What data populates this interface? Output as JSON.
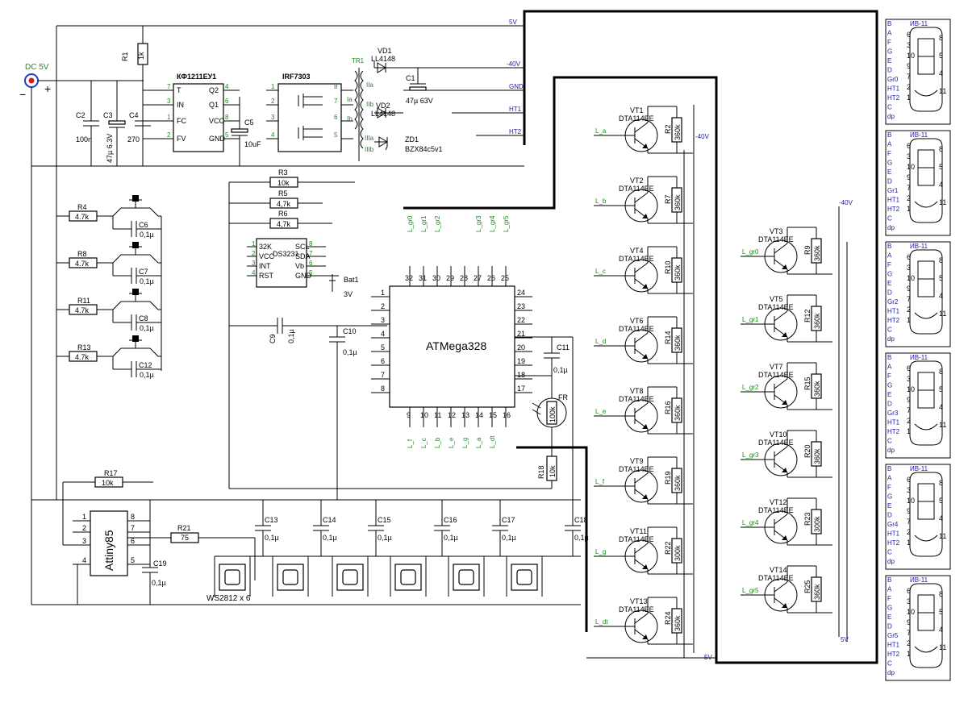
{
  "power": {
    "label": "DC 5V",
    "plus": "+",
    "minus": "−"
  },
  "nets": {
    "v5": "5V",
    "n40": "-40V",
    "gnd": "GND",
    "ht1": "HT1",
    "ht2": "HT2"
  },
  "ics": {
    "kf": {
      "name": "КФ1211ЕУ1",
      "pins": [
        "7",
        "3",
        "1",
        "2",
        "4",
        "6",
        "8",
        "5"
      ],
      "pinNames": [
        "T",
        "IN",
        "FC",
        "FV",
        "Q2",
        "Q1",
        "VCC",
        "GND"
      ]
    },
    "irf": {
      "name": "IRF7303",
      "pins": [
        "1",
        "2",
        "3",
        "4",
        "8",
        "7",
        "6",
        "5"
      ]
    },
    "ds": {
      "name": "DS3231",
      "pins": [
        "1",
        "2",
        "3",
        "4",
        "8",
        "7",
        "6",
        "5"
      ],
      "pinNames": [
        "32K",
        "VCC",
        "INT",
        "RST",
        "SCL",
        "SDA",
        "Vb",
        "GND"
      ]
    },
    "mcu": {
      "name": "ATMega328"
    },
    "tiny": {
      "name": "Attiny85",
      "pins": [
        "1",
        "2",
        "3",
        "4",
        "8",
        "7",
        "6",
        "5"
      ]
    }
  },
  "mcuPins": {
    "top": [
      "32",
      "31",
      "30",
      "29",
      "28",
      "27",
      "26",
      "25"
    ],
    "topLabels": [
      "L_gr0",
      "L_gr1",
      "L_gr2",
      "",
      "",
      "L_gr3",
      "L_gr4",
      "L_gr5"
    ],
    "left": [
      "1",
      "2",
      "3",
      "4",
      "5",
      "6",
      "7",
      "8"
    ],
    "right": [
      "24",
      "23",
      "22",
      "21",
      "20",
      "19",
      "18",
      "17"
    ],
    "bottom": [
      "9",
      "10",
      "11",
      "12",
      "13",
      "14",
      "15",
      "16"
    ],
    "bottomLabels": [
      "L_f",
      "L_c",
      "L_b",
      "L_e",
      "L_g",
      "L_a",
      "L_dt",
      ""
    ]
  },
  "parts": {
    "r1": "R1",
    "r1v": "1k",
    "c2": "C2",
    "c2v": "100n",
    "c3": "C3",
    "c3v": "47µ 6.3V",
    "c4": "C4",
    "c4v": "270",
    "c5": "C5",
    "c5v": "10uF",
    "tr1": "TR1",
    "vd1": "VD1",
    "vd1v": "LL4148",
    "vd2": "VD2",
    "vd2v": "LL4148",
    "c1": "C1",
    "c1v": "47µ 63V",
    "zd1": "ZD1",
    "zd1v": "BZX84c5v1",
    "trw": [
      "IIa",
      "IIb",
      "Ia",
      "Ib",
      "IIIa",
      "IIIb"
    ],
    "r3": "R3",
    "r3v": "10k",
    "r5": "R5",
    "r5v": "4,7k",
    "r6": "R6",
    "r6v": "4,7k",
    "bat": "Bat1",
    "batv": "3V",
    "c9": "C9",
    "c9v": "0,1µ",
    "c10": "C10",
    "c10v": "0,1µ",
    "c11": "C11",
    "c11v": "0,1µ",
    "fr": "FR",
    "frv": "100k",
    "r18": "R18",
    "r18v": "10k",
    "r17": "R17",
    "r17v": "10k",
    "r21": "R21",
    "r21v": "75",
    "c19": "C19",
    "c19v": "0,1µ",
    "ws": "WS2812 x 6",
    "caps": [
      "C13",
      "C14",
      "C15",
      "C16",
      "C17",
      "C18"
    ],
    "capv": "0,1µ"
  },
  "buttons": [
    {
      "r": "R4",
      "rv": "4.7k",
      "c": "C6",
      "cv": "0,1µ"
    },
    {
      "r": "R8",
      "rv": "4.7k",
      "c": "C7",
      "cv": "0,1µ"
    },
    {
      "r": "R11",
      "rv": "4.7k",
      "c": "C8",
      "cv": "0,1µ"
    },
    {
      "r": "R13",
      "rv": "4.7k",
      "c": "C12",
      "cv": "0,1µ"
    }
  ],
  "segTransistors": [
    {
      "vt": "VT1",
      "r": "R2",
      "rv": "360k",
      "in": "L_a"
    },
    {
      "vt": "VT2",
      "r": "R7",
      "rv": "360k",
      "in": "L_b"
    },
    {
      "vt": "VT4",
      "r": "R10",
      "rv": "360k",
      "in": "L_c"
    },
    {
      "vt": "VT6",
      "r": "R14",
      "rv": "360k",
      "in": "L_d"
    },
    {
      "vt": "VT8",
      "r": "R16",
      "rv": "360k",
      "in": "L_e"
    },
    {
      "vt": "VT9",
      "r": "R19",
      "rv": "360k",
      "in": "L_f"
    },
    {
      "vt": "VT11",
      "r": "R22",
      "rv": "300k",
      "in": "L_g"
    },
    {
      "vt": "VT13",
      "r": "R24",
      "rv": "360k",
      "in": "L_dt"
    }
  ],
  "grTransistors": [
    {
      "vt": "VT3",
      "r": "R9",
      "rv": "360k",
      "in": "L_gr0"
    },
    {
      "vt": "VT5",
      "r": "R12",
      "rv": "360k",
      "in": "L_gr1"
    },
    {
      "vt": "VT7",
      "r": "R15",
      "rv": "360k",
      "in": "L_gr2"
    },
    {
      "vt": "VT10",
      "r": "R20",
      "rv": "360k",
      "in": "L_gr3"
    },
    {
      "vt": "VT12",
      "r": "R23",
      "rv": "300k",
      "in": "L_gr4"
    },
    {
      "vt": "VT14",
      "r": "R25",
      "rv": "360k",
      "in": "L_gr5"
    }
  ],
  "transistorType": "DTA114EE",
  "tubes": {
    "name": "ИВ-11",
    "grids": [
      "Gr0",
      "Gr1",
      "Gr2",
      "Gr3",
      "Gr4",
      "Gr5"
    ],
    "leftPins": [
      "B",
      "A",
      "F",
      "G",
      "E",
      "D",
      "Gr",
      "HT1",
      "HT2",
      "C",
      "dp"
    ],
    "pinNums": [
      "6",
      "3",
      "10",
      "9",
      "7",
      "2",
      "1"
    ],
    "rightNums": [
      "8",
      "5",
      "4",
      "11"
    ]
  }
}
